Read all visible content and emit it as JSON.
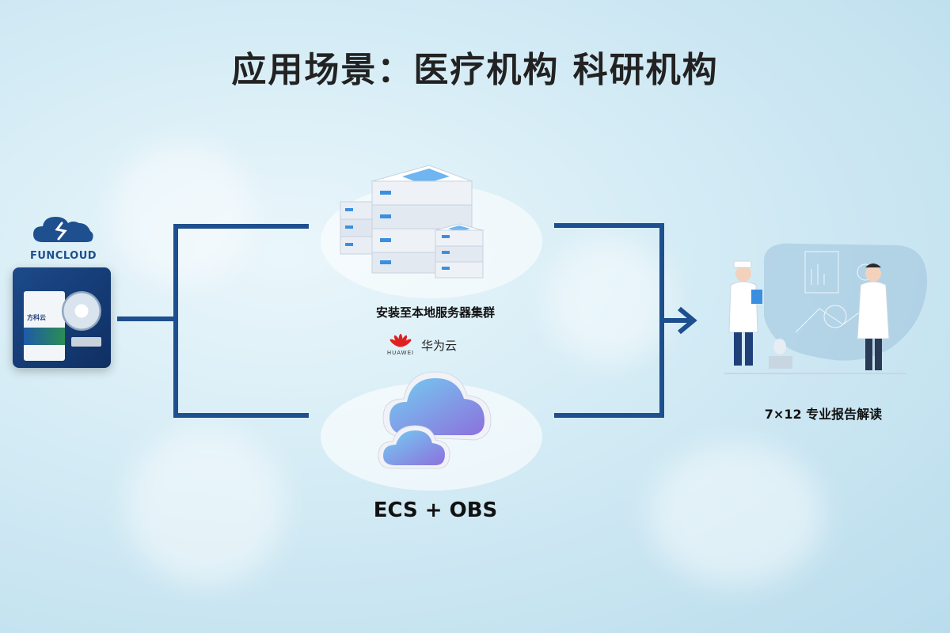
{
  "title": "应用场景：医疗机构  科研机构",
  "brand": {
    "name": "FUNCLOUD"
  },
  "product": {
    "box_label": "方科云"
  },
  "server": {
    "caption": "安装至本地服务器集群"
  },
  "cloud_provider": {
    "logo_word": "HUAWEI",
    "name": "华为云"
  },
  "cloud": {
    "caption": "ECS + OBS"
  },
  "report": {
    "caption": "7×12 专业报告解读"
  },
  "colors": {
    "line": "#1e4f8e",
    "huawei_red": "#e02020",
    "title": "#222222"
  }
}
